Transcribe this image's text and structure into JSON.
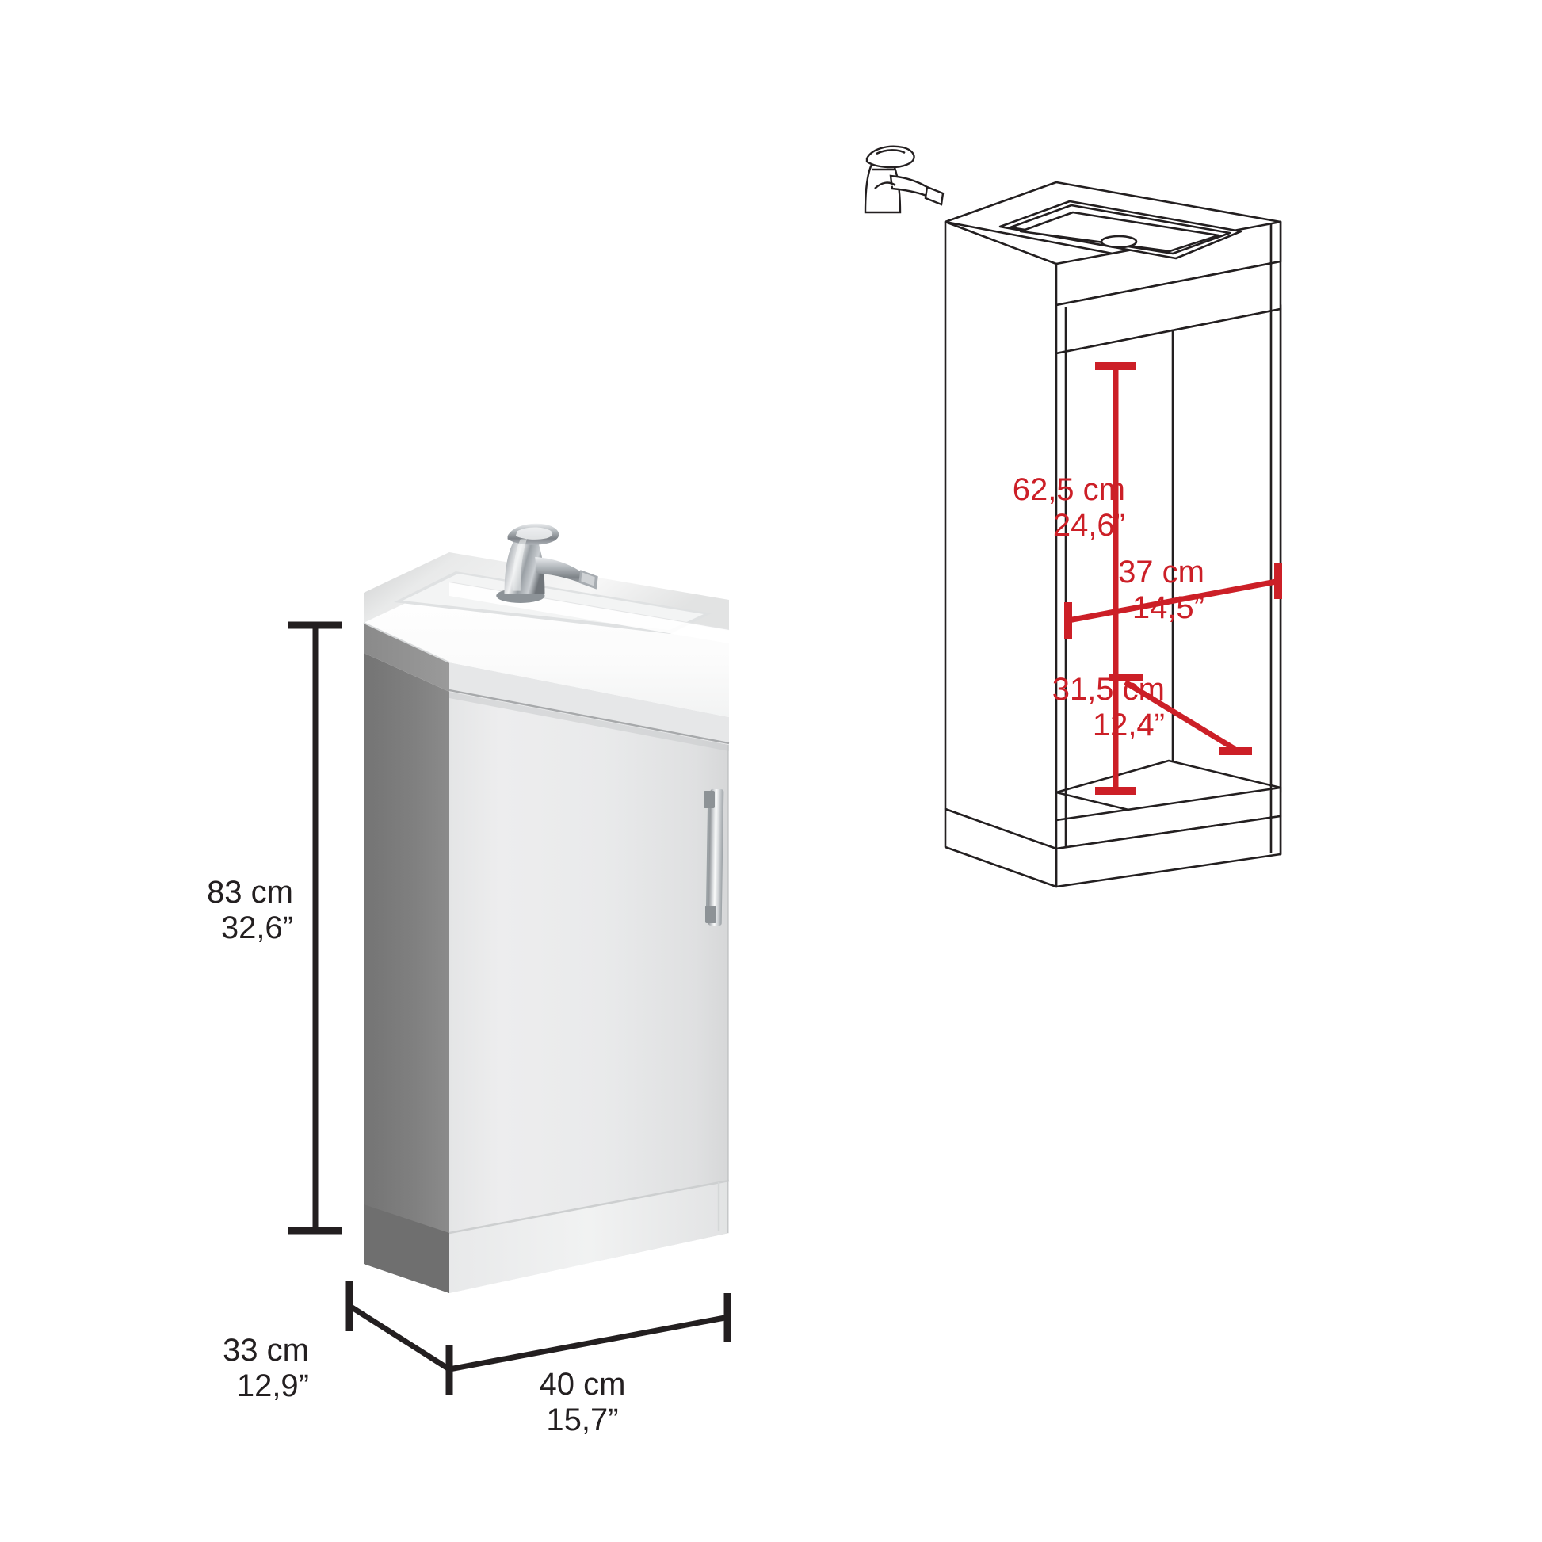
{
  "page": {
    "type": "product-dimension-diagram",
    "product": "bathroom vanity cabinet with sink",
    "background_color": "#ffffff",
    "dimension_text_color": "#231f20",
    "callout_text_color": "#cc1f27"
  },
  "views": {
    "photo": {
      "name": "front-three-quarter-photo",
      "description": "White gloss floor-standing vanity unit with integrated white basin, chrome single-lever faucet, one door with vertical chrome bar handle and a plinth base",
      "colors": {
        "front_panel": "#eceded",
        "side_panel": "#7d7d7d",
        "basin_white": "#fdfdfd",
        "handle_chrome": "#b9bcc0"
      }
    },
    "wireframe": {
      "name": "interior-line-drawing",
      "description": "Line-art isometric of the same vanity showing the open interior compartment with red interior measurements",
      "line_color": "#231f20"
    }
  },
  "dimensions": {
    "exterior": [
      {
        "id": "height",
        "name": "overall-height",
        "cm": "83 cm",
        "inch": "32,6”",
        "orientation": "vertical",
        "align": "right"
      },
      {
        "id": "depth",
        "name": "overall-depth",
        "cm": "33 cm",
        "inch": "12,9”",
        "orientation": "diagonal",
        "align": "right"
      },
      {
        "id": "width",
        "name": "overall-width",
        "cm": "40 cm",
        "inch": "15,7”",
        "orientation": "horizontal",
        "align": "center"
      }
    ],
    "interior": [
      {
        "id": "inner-height",
        "name": "interior-height",
        "cm": "62,5 cm",
        "inch": "24,6”",
        "orientation": "vertical",
        "align": "right"
      },
      {
        "id": "inner-width",
        "name": "interior-width",
        "cm": "37 cm",
        "inch": "14,5”",
        "orientation": "horizontal",
        "align": "right"
      },
      {
        "id": "inner-depth",
        "name": "interior-depth",
        "cm": "31,5 cm",
        "inch": "12,4”",
        "orientation": "diagonal",
        "align": "right"
      }
    ]
  }
}
